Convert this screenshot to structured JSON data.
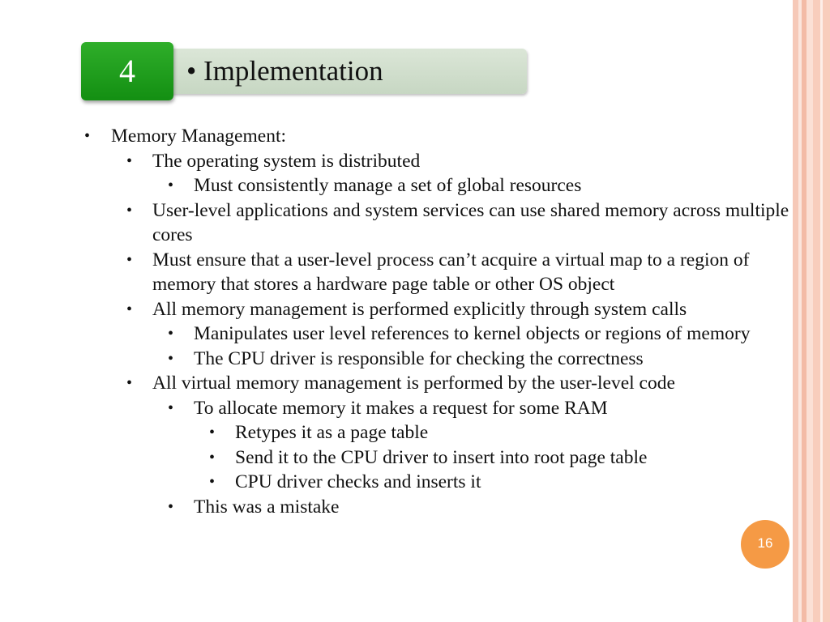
{
  "slide": {
    "section_number": "4",
    "title": "Implementation",
    "title_bullet": "•",
    "page_number": "16"
  },
  "bullets": [
    {
      "level": 1,
      "text": "Memory Management:"
    },
    {
      "level": 2,
      "text": "The operating system is distributed"
    },
    {
      "level": 3,
      "text": "Must consistently manage a set of global resources"
    },
    {
      "level": 2,
      "text": "User-level applications and system services can use shared memory across multiple cores"
    },
    {
      "level": 2,
      "text": "Must ensure that a user-level process can’t acquire a virtual map to a region of memory that stores a hardware page table or other OS object"
    },
    {
      "level": 2,
      "text": "All memory management is performed explicitly through system calls"
    },
    {
      "level": 3,
      "text": "Manipulates user level references to kernel objects or regions of memory"
    },
    {
      "level": 3,
      "text": "The CPU driver is responsible for checking the correctness"
    },
    {
      "level": 2,
      "text": "All virtual memory management is performed by the user-level code"
    },
    {
      "level": 3,
      "text": "To allocate memory it makes a request for some RAM"
    },
    {
      "level": 4,
      "text": "Retypes it as a page table"
    },
    {
      "level": 4,
      "text": "Send it to the CPU driver to insert into root page table"
    },
    {
      "level": 4,
      "text": "CPU driver checks and inserts it"
    },
    {
      "level": 3,
      "text": "This was a mistake"
    }
  ],
  "colors": {
    "section_box": "#1f9e1d",
    "title_bar": "#d0ddcc",
    "page_circle": "#f59a45",
    "stripes": "#f6c9b8"
  }
}
